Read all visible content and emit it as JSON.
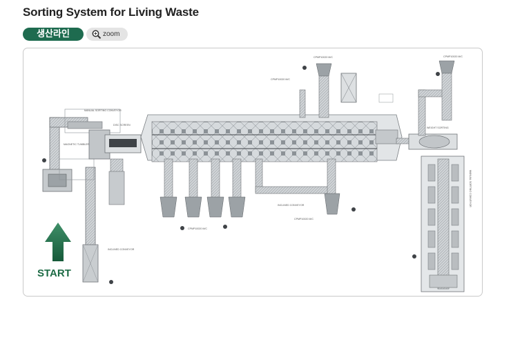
{
  "page": {
    "title": "Sorting System for Living Waste",
    "tag_label": "생산라인",
    "zoom_label": "zoom"
  },
  "diagram": {
    "start_label": "START",
    "labels": {
      "cpmp_a": "CPMP10020 M/C",
      "cpmp_b": "CPMP10020 M/C",
      "cpmp_c": "CPMP10020 M/C",
      "cpmp_d": "CPMP10020 M/C",
      "cpmp_e": "CPMP10020 M/C",
      "inclined_conveyor": "INCLINED CONVEYOR",
      "inclined_conveyor_2": "INCLINED CONVEYOR",
      "manual_sorting_conveyor": "MANUAL SORTING CONVEYOR",
      "disc_screen": "DISC SCREEN",
      "magnetic_tumbler": "MAGNETIC TUMBLER",
      "weight_sorting": "WEIGHT SORTING",
      "manual_sorting": "MANUAL SORTING CONVEYOR"
    },
    "colors": {
      "line": "#6e7276",
      "fill": "#d8dcdf",
      "dark": "#3f4347",
      "arrow_top": "#3f8f68",
      "arrow_bottom": "#165a3a"
    }
  }
}
